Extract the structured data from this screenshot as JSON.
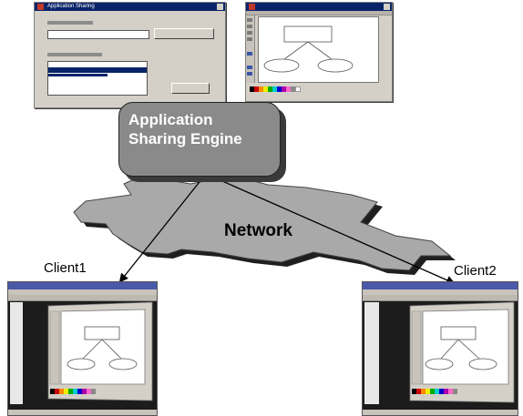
{
  "engine": {
    "label_line1": "Application",
    "label_line2": "Sharing Engine"
  },
  "network": {
    "label": "Network",
    "fill": "#a9a9a9",
    "shadow": "#1f1f1f"
  },
  "clients": [
    {
      "label": "Client1"
    },
    {
      "label": "Client2"
    }
  ],
  "colors": {
    "engine_fill": "#8a8a8a",
    "engine_shadow": "#3a3a3a",
    "titlebar": "#0a246a",
    "window_chrome": "#d4d0c8",
    "arrow": "#000000"
  },
  "dialog_window": {
    "title": "Application Sharing",
    "selected_list_item": "",
    "button_top": "",
    "button_bottom": ""
  },
  "host_app_window": {
    "title": ""
  },
  "icons": [
    "app-icon",
    "close-icon",
    "tool-icon",
    "color-swatch"
  ]
}
